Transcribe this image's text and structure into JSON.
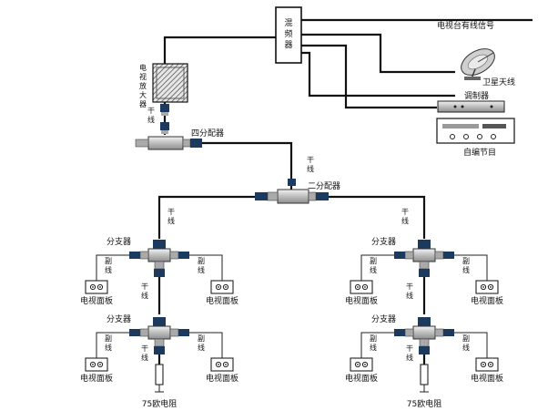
{
  "labels": {
    "mixer": "混频器",
    "tv_signal": "电视台有线信号",
    "amp": "电视放大器",
    "satellite": "卫星天线",
    "modulator": "调制器",
    "self_program": "自编节目",
    "trunk": "干线",
    "four_splitter": "四分配器",
    "two_splitter": "二分配器",
    "tap": "分支器",
    "branch": "副线",
    "panel": "电视面板",
    "resistor": "75欧电阻"
  },
  "colors": {
    "line": "#111111",
    "connector": "#1c3a5e",
    "device": "#d9d9d9"
  },
  "icons": {
    "amp": "amplifier-icon",
    "satellite": "satellite-dish-icon",
    "modulator": "modulator-icon",
    "receiver": "receiver-icon",
    "splitter": "splitter-icon",
    "panel": "tv-socket-icon",
    "resistor": "resistor-icon"
  }
}
